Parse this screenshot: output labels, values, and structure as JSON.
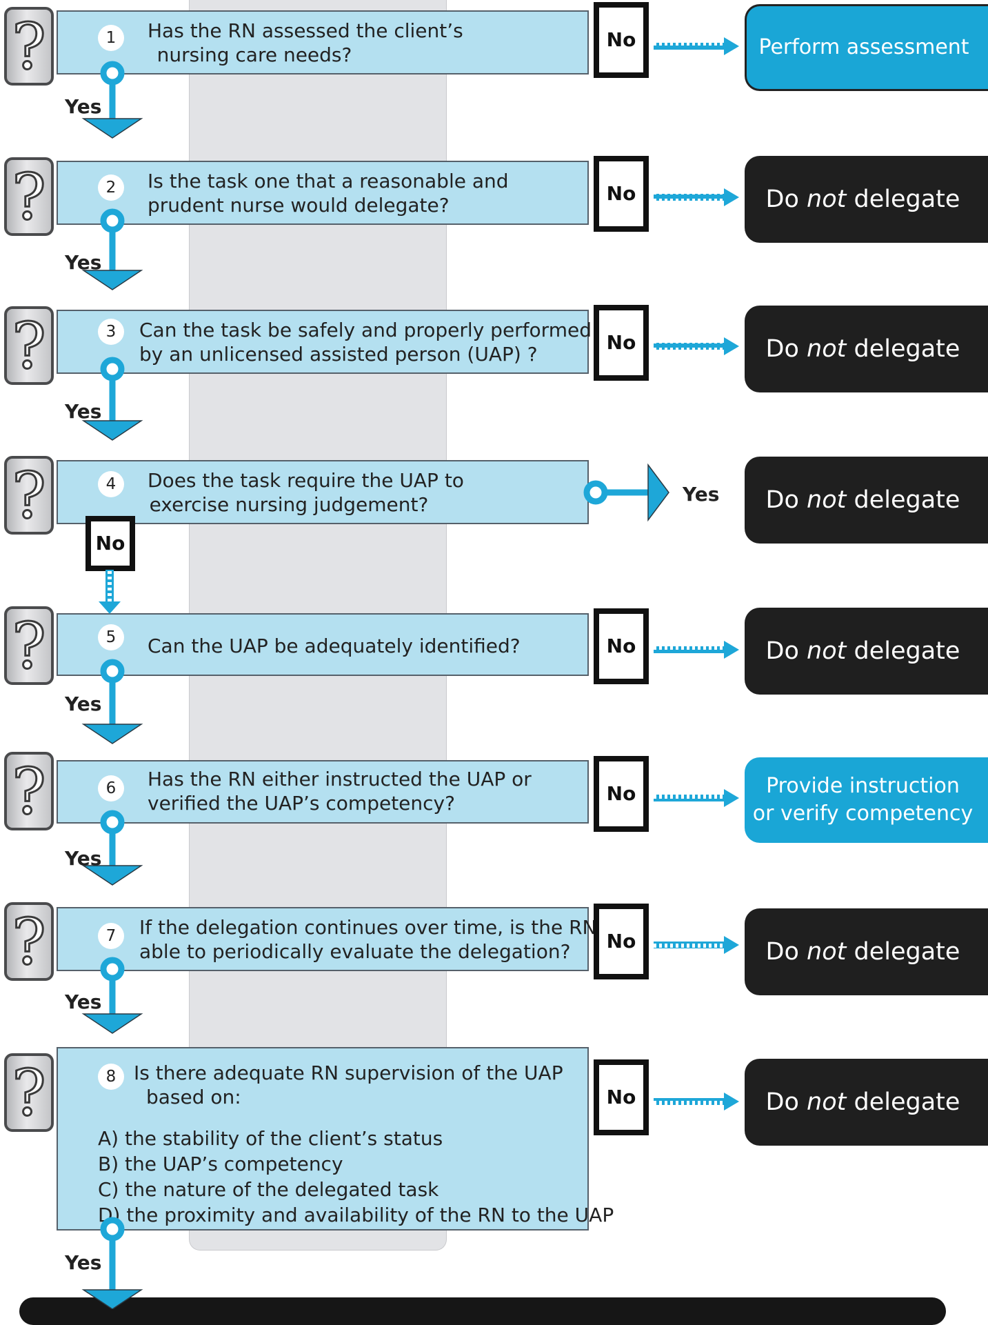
{
  "steps": [
    {
      "num": "1",
      "lines": [
        "Has the RN assessed the client’s",
        "nursing care needs?"
      ],
      "no_label": "No",
      "yes_label": "Yes",
      "result": {
        "pre": "Perform assessment",
        "em": "",
        "post": "",
        "style": "blue"
      }
    },
    {
      "num": "2",
      "lines": [
        "Is the task one that a reasonable and",
        "prudent nurse would delegate?"
      ],
      "no_label": "No",
      "yes_label": "Yes",
      "result": {
        "pre": "Do ",
        "em": "not",
        "post": " delegate",
        "style": "dark"
      }
    },
    {
      "num": "3",
      "lines": [
        "Can the task be safely and properly performed",
        "by an unlicensed assisted person (UAP) ?"
      ],
      "no_label": "No",
      "yes_label": "Yes",
      "result": {
        "pre": "Do ",
        "em": "not",
        "post": " delegate",
        "style": "dark"
      }
    },
    {
      "num": "4",
      "lines": [
        "Does the task require the UAP to",
        "exercise nursing judgement?"
      ],
      "no_label": "No",
      "yes_label": "Yes",
      "result": {
        "pre": "Do ",
        "em": "not",
        "post": " delegate",
        "style": "dark"
      }
    },
    {
      "num": "5",
      "lines": [
        "Can the UAP be adequately identified?"
      ],
      "no_label": "No",
      "yes_label": "Yes",
      "result": {
        "pre": "Do ",
        "em": "not",
        "post": " delegate",
        "style": "dark"
      }
    },
    {
      "num": "6",
      "lines": [
        "Has the RN either instructed the UAP or",
        "verified the UAP’s competency?"
      ],
      "no_label": "No",
      "yes_label": "Yes",
      "result": {
        "pre": "Provide instruction",
        "em": "",
        "post": "or verify competency",
        "style": "blue"
      }
    },
    {
      "num": "7",
      "lines": [
        "If the delegation continues over time, is the RN",
        "able to periodically evaluate the delegation?"
      ],
      "no_label": "No",
      "yes_label": "Yes",
      "result": {
        "pre": "Do ",
        "em": "not",
        "post": " delegate",
        "style": "dark"
      }
    },
    {
      "num": "8",
      "lines": [
        "Is there adequate RN supervision of the UAP",
        "based on:"
      ],
      "list": [
        "A) the stability of the client’s status",
        "B) the UAP’s competency",
        "C) the nature of the delegated task",
        "D) the proximity and availability of the RN to the UAP"
      ],
      "no_label": "No",
      "yes_label": "Yes",
      "result": {
        "pre": "Do ",
        "em": "not",
        "post": " delegate",
        "style": "dark"
      }
    }
  ],
  "icon": {
    "name": "question-mark-icon",
    "glyph": "?"
  },
  "colors": {
    "question_box": "#b4e0f0",
    "connector": "#1ea7d8",
    "dark_result": "#1f1f1f",
    "blue_result": "#1aa6d6"
  }
}
